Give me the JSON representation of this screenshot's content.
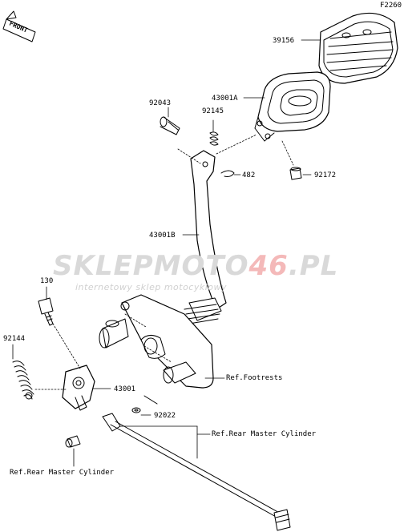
{
  "diagram_code": "F2260",
  "front_badge": "FRONT",
  "watermark": {
    "brand_part1": "SKLEP",
    "brand_part2": "MOTO",
    "brand_part3": "46",
    "brand_part4": ".PL",
    "tagline": "internetowy sklep motocyklowy",
    "accent_color": "#f4b9b9",
    "base_color": "#d9d9d9"
  },
  "parts": {
    "p39156": "39156",
    "p43001A": "43001A",
    "p92043": "92043",
    "p92145": "92145",
    "p482": "482",
    "p92172": "92172",
    "p43001B": "43001B",
    "p130": "130",
    "p92144": "92144",
    "p43001": "43001",
    "p92022": "92022"
  },
  "references": {
    "footrests": "Ref.Footrests",
    "rear_master_cylinder_right": "Ref.Rear Master Cylinder",
    "rear_master_cylinder_left": "Ref.Rear Master Cylinder"
  }
}
